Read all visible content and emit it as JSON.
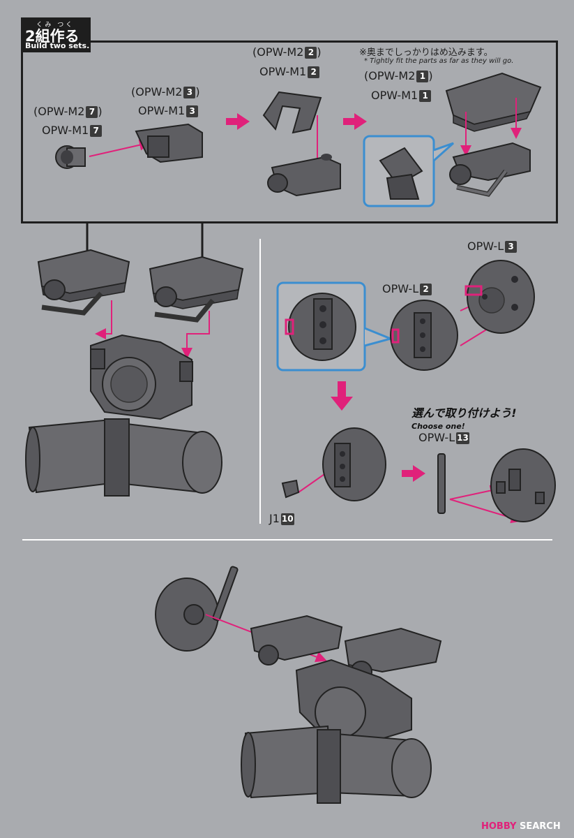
{
  "header": {
    "ruby": "くみ つく",
    "title_jp": "2組作る",
    "title_en": "Build two sets."
  },
  "note": {
    "jp": "※奥までしっかりはめ込みます。",
    "en": "* Tightly fit the parts as far as they will go."
  },
  "parts": {
    "step1_alt": {
      "code": "(OPW-M2",
      "num": "7",
      "close": ")"
    },
    "step1": {
      "code": "OPW-M1",
      "num": "7"
    },
    "step2_alt": {
      "code": "(OPW-M2",
      "num": "3",
      "close": ")"
    },
    "step2": {
      "code": "OPW-M1",
      "num": "3"
    },
    "step3_alt": {
      "code": "(OPW-M2",
      "num": "2",
      "close": ")"
    },
    "step3": {
      "code": "OPW-M1",
      "num": "2"
    },
    "step4_alt": {
      "code": "(OPW-M2",
      "num": "1",
      "close": ")"
    },
    "step4": {
      "code": "OPW-M1",
      "num": "1"
    },
    "disc_back": {
      "code": "OPW-L",
      "num": "3"
    },
    "disc_front": {
      "code": "OPW-L",
      "num": "2"
    },
    "antenna": {
      "code": "OPW-L",
      "num": "13"
    },
    "joint": {
      "code": "J1",
      "num": "10"
    }
  },
  "choose": {
    "jp": "選んで取り付けよう!",
    "en": "Choose one!"
  },
  "watermark": {
    "brand": "HOBBY",
    "suffix": " SEARCH"
  },
  "colors": {
    "accent": "#e0217a",
    "callout": "#3b8ed0",
    "part": "#5e5e62",
    "background": "#a9abaf"
  }
}
